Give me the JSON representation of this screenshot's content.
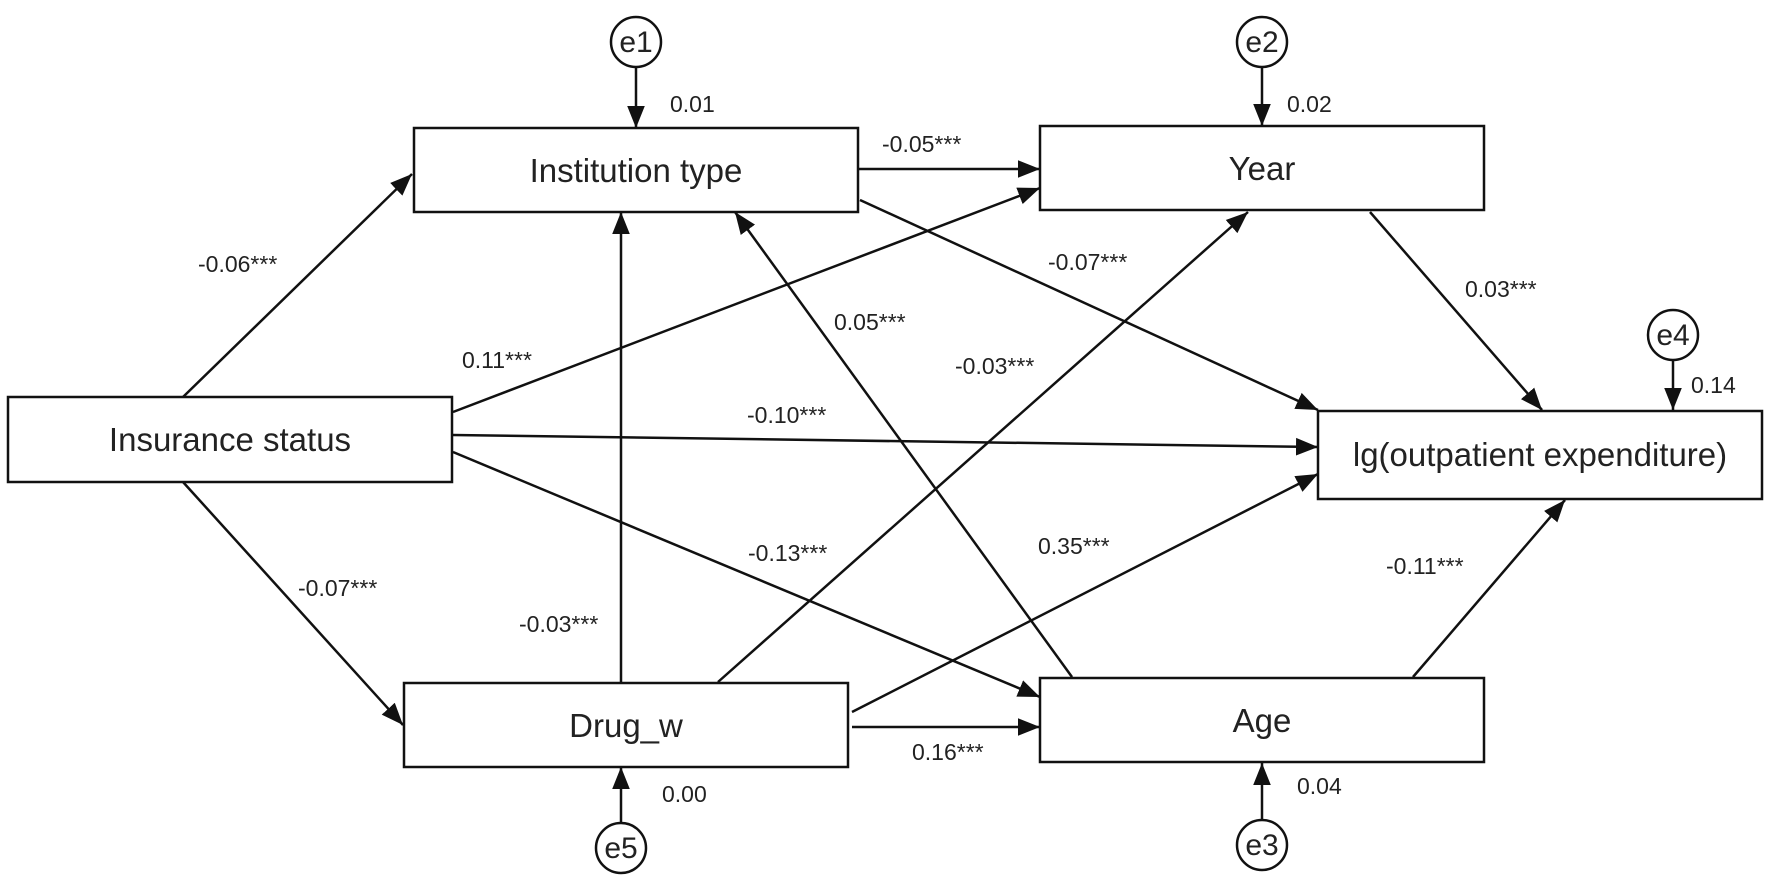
{
  "nodes": {
    "insurance": "Insurance status",
    "institution": "Institution type",
    "year": "Year",
    "drug": "Drug_w",
    "age": "Age",
    "outcome": "lg(outpatient expenditure)"
  },
  "errors": {
    "e1": "e1",
    "e2": "e2",
    "e3": "e3",
    "e4": "e4",
    "e5": "e5"
  },
  "variances": {
    "e1": "0.01",
    "e2": "0.02",
    "e3": "0.04",
    "e4": "0.14",
    "e5": "0.00"
  },
  "paths": {
    "ins_inst": "-0.06***",
    "ins_year": "0.11***",
    "ins_out": "-0.10***",
    "ins_drug": "-0.07***",
    "ins_age": "-0.13***",
    "inst_year": "-0.05***",
    "inst_out": "-0.07***",
    "age_inst": "0.05***",
    "drug_year": "-0.03***",
    "drug_inst": "-0.03***",
    "drug_out": "0.35***",
    "drug_age": "0.16***",
    "year_out": "0.03***",
    "age_out": "-0.11***"
  }
}
